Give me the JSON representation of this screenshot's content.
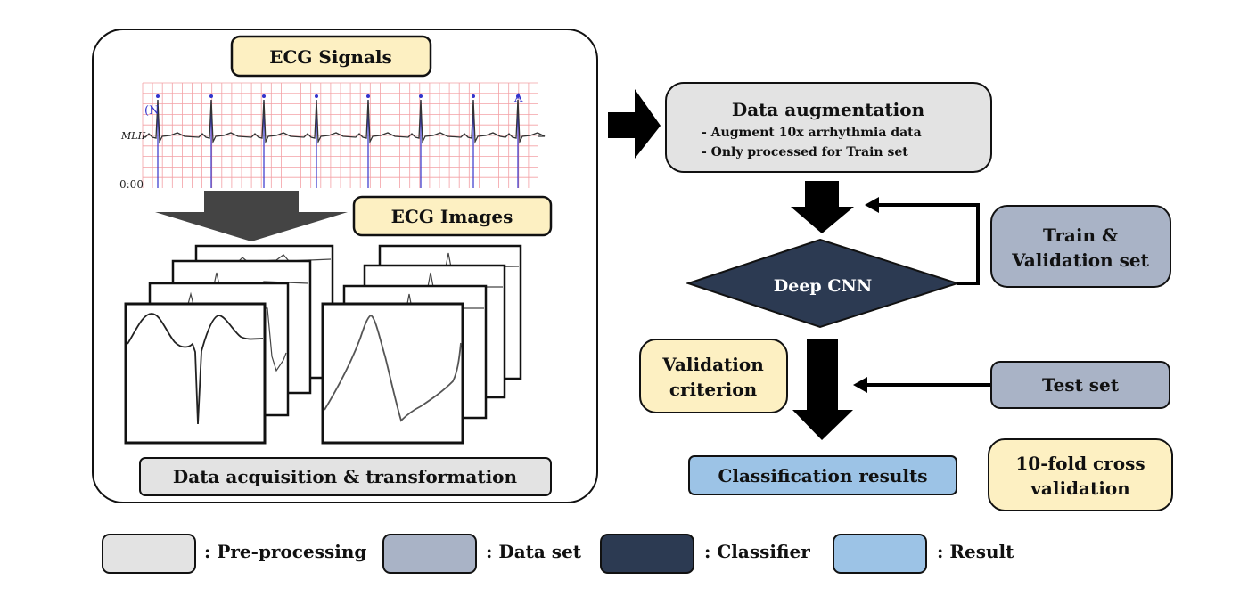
{
  "colors": {
    "preprocessing": "#e3e3e3",
    "dataset": "#a9b3c6",
    "classifier": "#2c3a52",
    "result": "#9cc3e6",
    "highlight": "#fdf0c2",
    "ecg_grid": "#f3a0a5",
    "ecg_marker": "#3333cc",
    "ecg_trace": "#333333"
  },
  "acquisition": {
    "signals_label": "ECG Signals",
    "images_label": "ECG Images",
    "section_label": "Data acquisition & transformation",
    "ecg": {
      "lead_label": "MLII",
      "time_label": "0:00",
      "beat_labels": [
        "(N",
        "A"
      ]
    }
  },
  "pipeline": {
    "augmentation": {
      "title": "Data augmentation",
      "bullets": [
        "- Augment 10x arrhythmia data",
        "- Only processed for Train set"
      ]
    },
    "classifier": "Deep CNN",
    "train_set": [
      "Train &",
      "Validation set"
    ],
    "validation_criterion": [
      "Validation",
      "criterion"
    ],
    "test_set": "Test set",
    "results": "Classification results",
    "cross_validation": [
      "10-fold cross",
      "validation"
    ]
  },
  "legend": [
    {
      "key": "preprocessing",
      "label": ": Pre-processing"
    },
    {
      "key": "dataset",
      "label": ": Data set"
    },
    {
      "key": "classifier",
      "label": ": Classifier"
    },
    {
      "key": "result",
      "label": ": Result"
    }
  ]
}
